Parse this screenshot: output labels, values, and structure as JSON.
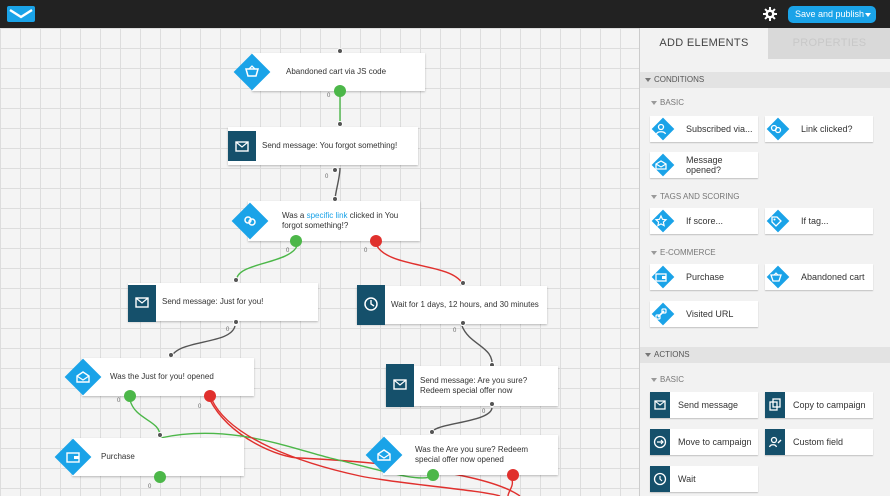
{
  "topbar": {
    "publish_label": "Save and publish"
  },
  "workflow": {
    "nodes": [
      {
        "id": "n1",
        "text": "Abandoned cart via JS code",
        "icon": "cart-icon",
        "kind": "condition"
      },
      {
        "id": "n2",
        "text": "Send message: You forgot something!",
        "icon": "envelope-icon",
        "kind": "action"
      },
      {
        "id": "n3",
        "text_pre": "Was a ",
        "text_link": "specific link",
        "text_post": " clicked in You forgot something!?",
        "icon": "link-icon",
        "kind": "condition"
      },
      {
        "id": "n4",
        "text": "Send message: Just for you!",
        "icon": "envelope-icon",
        "kind": "action"
      },
      {
        "id": "n5",
        "text": "Wait for 1 days, 12 hours, and 30 minutes",
        "icon": "clock-icon",
        "kind": "action"
      },
      {
        "id": "n6",
        "text": "Was the Just for you! opened",
        "icon": "envelope-open-icon",
        "kind": "condition"
      },
      {
        "id": "n7",
        "text": "Send message: Are you sure? Redeem special offer now",
        "icon": "envelope-icon",
        "kind": "action"
      },
      {
        "id": "n8",
        "text": "Purchase",
        "icon": "wallet-icon",
        "kind": "condition"
      },
      {
        "id": "n9",
        "text": "Was the Are you sure? Redeem special offer now opened",
        "icon": "envelope-open-icon",
        "kind": "condition"
      }
    ],
    "counter": "0"
  },
  "panel": {
    "tabs": [
      "ADD ELEMENTS",
      "PROPERTIES"
    ],
    "conditions": {
      "title": "CONDITIONS",
      "basic": {
        "title": "BASIC",
        "items": [
          {
            "label": "Subscribed via...",
            "icon": "user-icon"
          },
          {
            "label": "Link clicked?",
            "icon": "link-icon"
          },
          {
            "label": "Message opened?",
            "icon": "envelope-open-icon"
          }
        ]
      },
      "tags": {
        "title": "TAGS AND SCORING",
        "items": [
          {
            "label": "If score...",
            "icon": "star-icon"
          },
          {
            "label": "If tag...",
            "icon": "tag-icon"
          }
        ]
      },
      "ecommerce": {
        "title": "E-COMMERCE",
        "items": [
          {
            "label": "Purchase",
            "icon": "wallet-icon"
          },
          {
            "label": "Abandoned cart",
            "icon": "cart-icon"
          },
          {
            "label": "Visited URL",
            "icon": "link-icon"
          }
        ]
      }
    },
    "actions": {
      "title": "ACTIONS",
      "basic": {
        "title": "BASIC",
        "items": [
          {
            "label": "Send message",
            "icon": "envelope-icon"
          },
          {
            "label": "Copy to campaign",
            "icon": "copy-icon"
          },
          {
            "label": "Move to campaign",
            "icon": "arrow-right-icon"
          },
          {
            "label": "Custom field",
            "icon": "user-edit-icon"
          },
          {
            "label": "Wait",
            "icon": "clock-icon"
          }
        ]
      }
    }
  },
  "colors": {
    "accent": "#1aa3e8",
    "action": "#15506b",
    "success": "#4cb749",
    "fail": "#e0302d"
  }
}
